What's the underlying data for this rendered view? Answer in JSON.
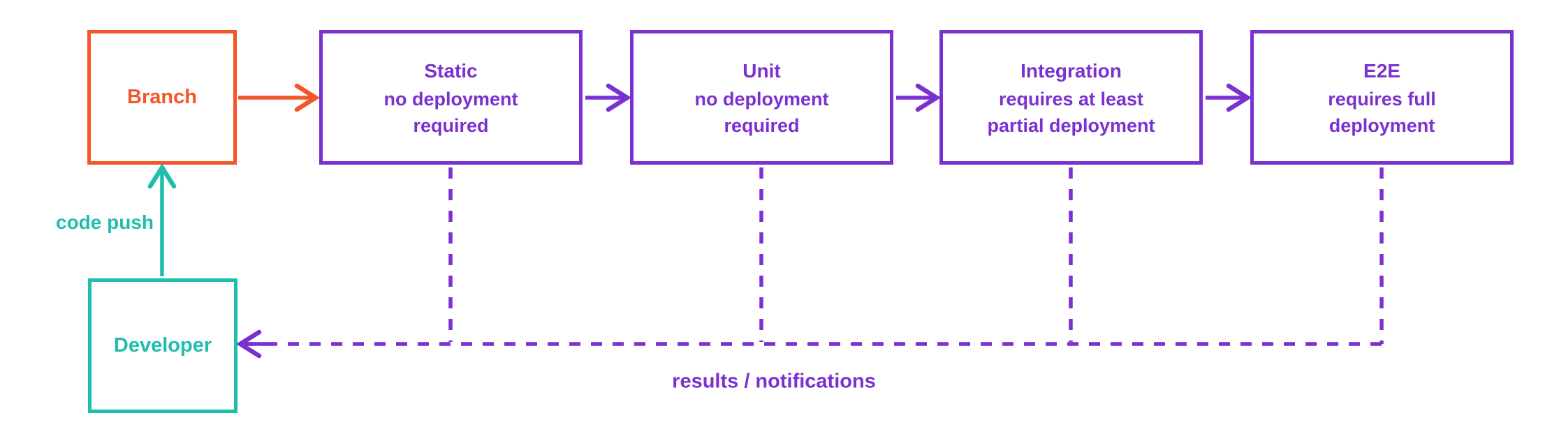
{
  "diagram": {
    "colors": {
      "orange": "#F4562A",
      "purple": "#7B31D1",
      "teal": "#1EBEAC",
      "background": "#FFFFFF"
    },
    "branch": {
      "label": "Branch"
    },
    "developer": {
      "label": "Developer"
    },
    "stages": [
      {
        "title": "Static",
        "desc_line1": "no deployment",
        "desc_line2": "required"
      },
      {
        "title": "Unit",
        "desc_line1": "no deployment",
        "desc_line2": "required"
      },
      {
        "title": "Integration",
        "desc_line1": "requires at least",
        "desc_line2": "partial deployment"
      },
      {
        "title": "E2E",
        "desc_line1": "requires full",
        "desc_line2": "deployment"
      }
    ],
    "edges": {
      "code_push_label": "code push",
      "results_label": "results / notifications"
    }
  }
}
